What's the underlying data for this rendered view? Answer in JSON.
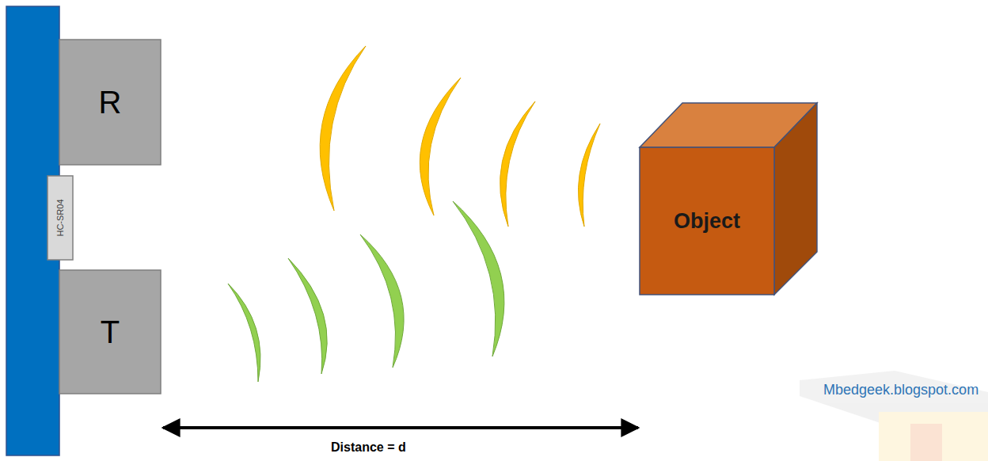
{
  "diagram": {
    "nodes": [
      {
        "text": [
          "R"
        ]
      },
      {
        "text": [
          "HC-SR04"
        ]
      },
      {
        "text": [
          "T"
        ]
      },
      {
        "text": [
          "Object"
        ]
      }
    ],
    "labels": [
      "Mbedgeek.blogspot.com",
      "Distance = d"
    ]
  }
}
